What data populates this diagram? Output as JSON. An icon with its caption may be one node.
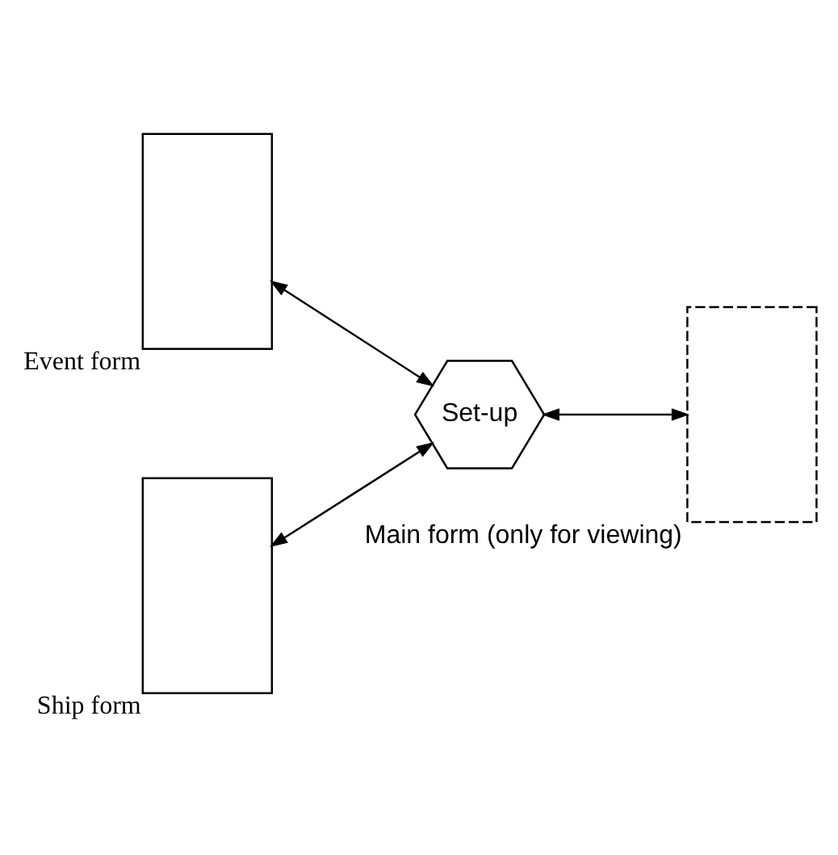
{
  "diagram": {
    "nodes": [
      {
        "text": [
          "Event form"
        ]
      },
      {
        "text": [
          "Ship form"
        ]
      },
      {
        "text": [
          "Set-up"
        ]
      },
      {
        "text": [
          "Main form (only for viewing)"
        ]
      }
    ],
    "edges": [
      {
        "from": 0,
        "to": 2,
        "arrow": "both"
      },
      {
        "from": 1,
        "to": 2,
        "arrow": "both"
      },
      {
        "from": 2,
        "to": 3,
        "arrow": "both"
      }
    ]
  }
}
